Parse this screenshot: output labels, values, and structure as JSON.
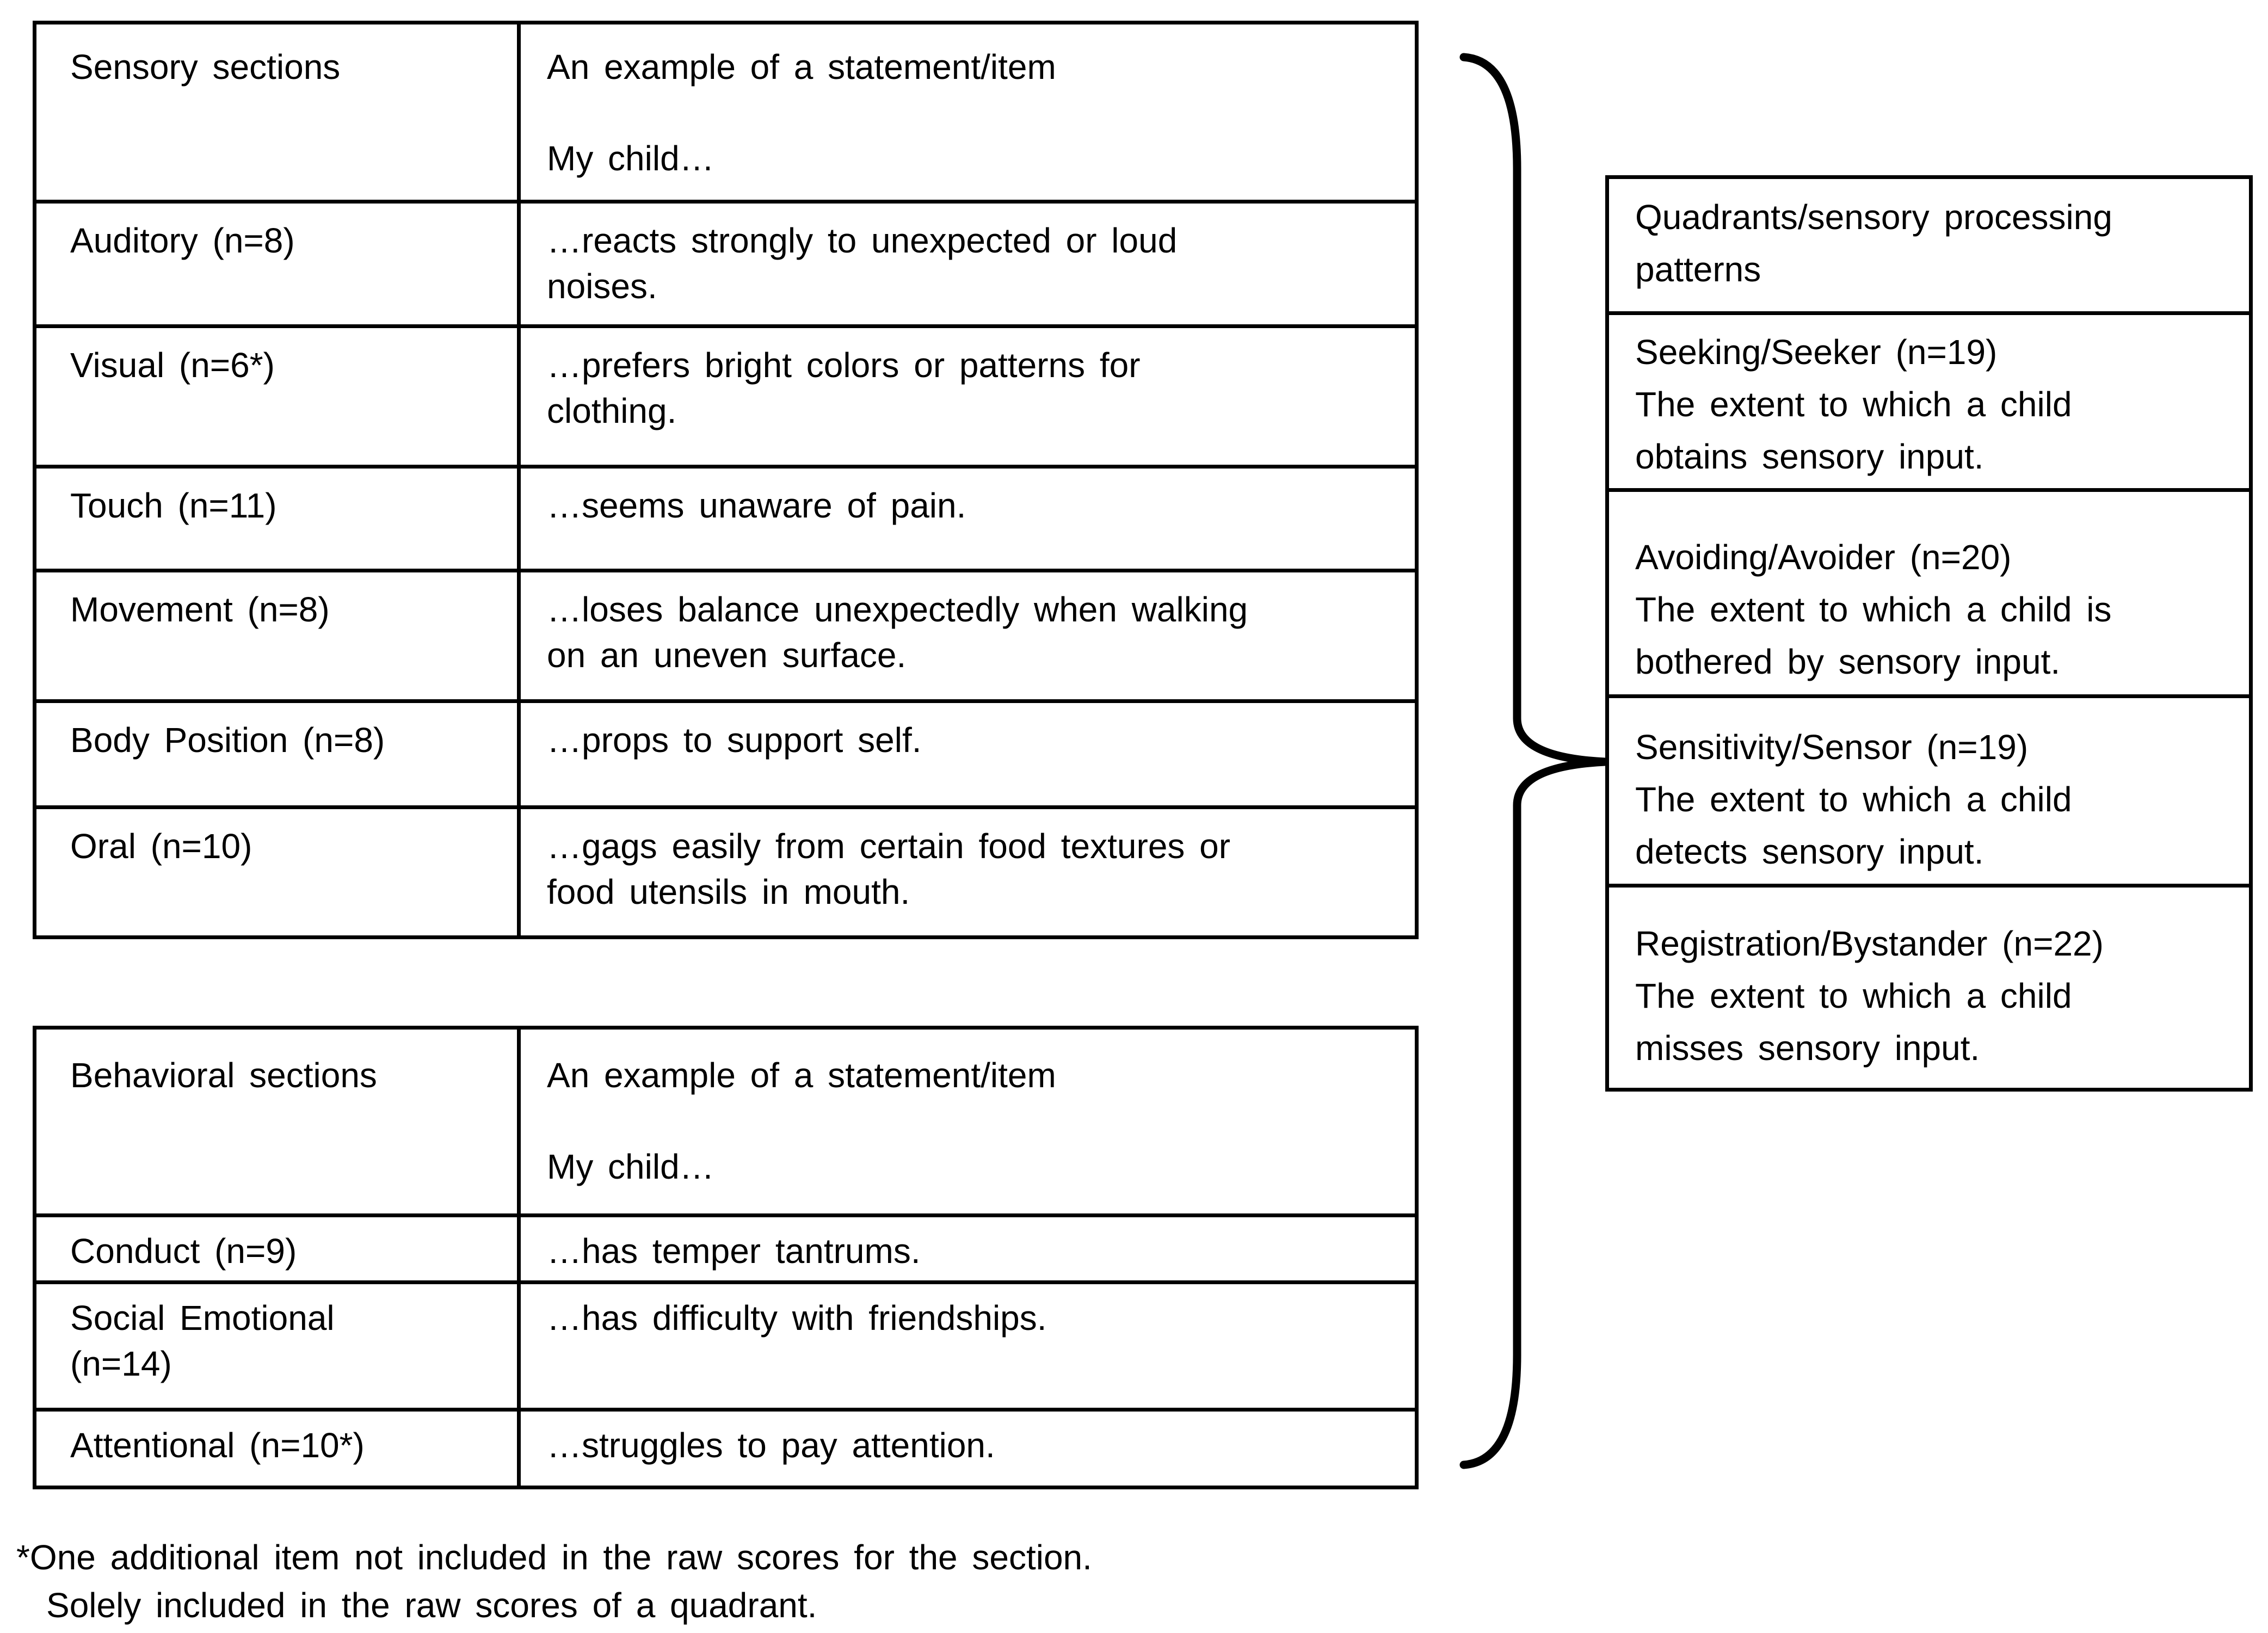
{
  "figure": {
    "sensory_table": {
      "col1_header": "Sensory sections",
      "col2_header": "An example of a statement/item\n\nMy child…",
      "rows": [
        {
          "section": "Auditory (n=8)",
          "example": "…reacts strongly to unexpected or loud\nnoises."
        },
        {
          "section": "Visual (n=6*)",
          "example": "…prefers bright colors or patterns for\nclothing."
        },
        {
          "section": "Touch (n=11)",
          "example": "…seems unaware of pain."
        },
        {
          "section": "Movement (n=8)",
          "example": "…loses balance unexpectedly when walking\non an uneven surface."
        },
        {
          "section": "Body Position (n=8)",
          "example": "…props to support self."
        },
        {
          "section": "Oral (n=10)",
          "example": "…gags easily from certain food textures or\nfood utensils in mouth."
        }
      ]
    },
    "behavioral_table": {
      "col1_header": "Behavioral sections",
      "col2_header": "An example of a statement/item\n\nMy child…",
      "rows": [
        {
          "section": "Conduct (n=9)",
          "example": "…has temper tantrums."
        },
        {
          "section": "Social Emotional\n(n=14)",
          "example": "…has difficulty with friendships."
        },
        {
          "section": "Attentional (n=10*)",
          "example": "…struggles to pay attention."
        }
      ]
    },
    "quadrants_box": {
      "header": "Quadrants/sensory processing\npatterns",
      "items": [
        {
          "title": "Seeking/Seeker (n=19)",
          "description": "The extent to which a child\nobtains sensory input."
        },
        {
          "title": "Avoiding/Avoider (n=20)",
          "description": "The extent to which a child is\nbothered by sensory input."
        },
        {
          "title": "Sensitivity/Sensor (n=19)",
          "description": "The extent to which a child\ndetects sensory input."
        },
        {
          "title": "Registration/Bystander (n=22)",
          "description": "The extent to which a child\nmisses sensory input."
        }
      ]
    },
    "footnote": {
      "line1": "*One additional item not included in the raw scores for the section.",
      "line2": "Solely included in the raw scores of a quadrant."
    },
    "colors": {
      "background": "#ffffff",
      "text": "#000000",
      "border": "#000000"
    }
  }
}
